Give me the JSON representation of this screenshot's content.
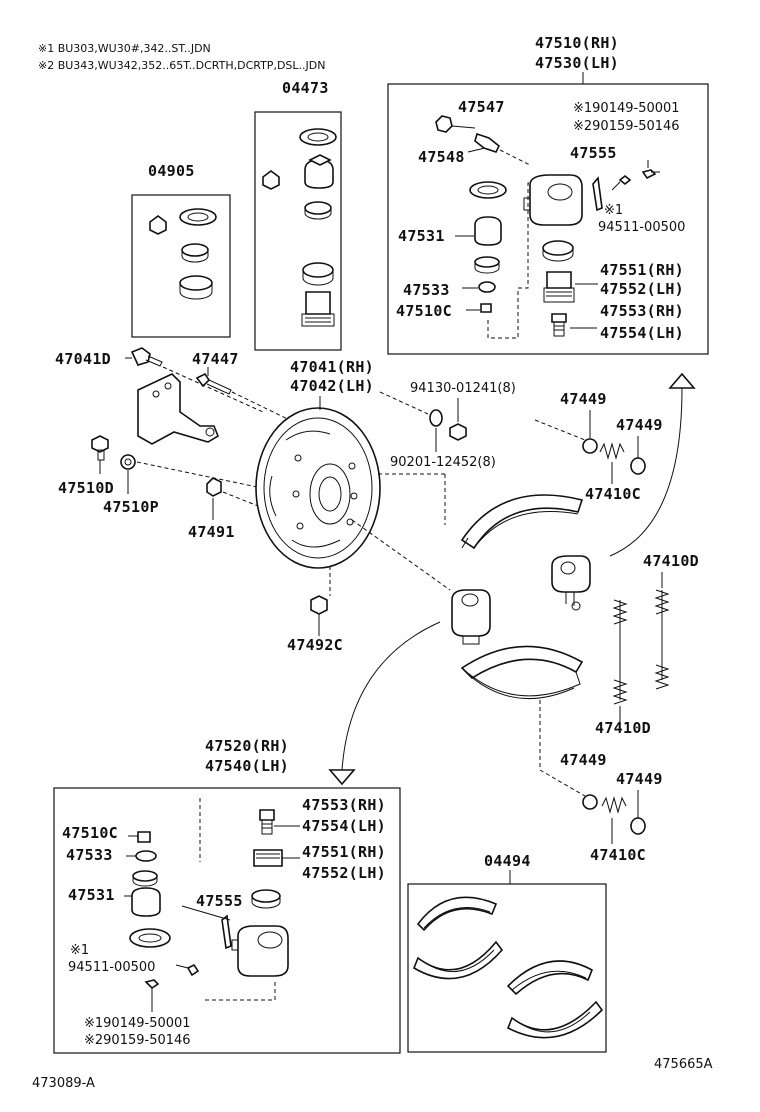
{
  "notes": [
    "※1 BU303,WU30#,342..ST..JDN",
    "※2 BU343,WU342,352..65T..DCRTH,DCRTP,DSL..JDN"
  ],
  "labels": {
    "k04473": "04473",
    "k04905": "04905",
    "k47510rh": "47510(RH)",
    "k47530lh": "47530(LH)",
    "k47547": "47547",
    "k47548": "47548",
    "k190149_top": "※190149-50001",
    "k290159_top": "※290159-50146",
    "k47555_top": "47555",
    "k1_top": "※1",
    "k94511_top": "94511-00500",
    "k47531_top": "47531",
    "k47551_top": "47551(RH)",
    "k47552_top": "47552(LH)",
    "k47533_top": "47533",
    "k47553_top": "47553(RH)",
    "k47510c_top": "47510C",
    "k47554_top": "47554(LH)",
    "k47041d": "47041D",
    "k47447": "47447",
    "k47041rh": "47041(RH)",
    "k47042lh": "47042(LH)",
    "k94130": "94130-01241(8)",
    "k47449_a": "47449",
    "k47449_b": "47449",
    "k90201": "90201-12452(8)",
    "k47410c_a": "47410C",
    "k47510d": "47510D",
    "k47510p": "47510P",
    "k47491": "47491",
    "k47410d_a": "47410D",
    "k47492c": "47492C",
    "k47410d_b": "47410D",
    "k47520rh": "47520(RH)",
    "k47540lh": "47540(LH)",
    "k47449_c": "47449",
    "k47449_d": "47449",
    "k47410c_b": "47410C",
    "k47510c_bot": "47510C",
    "k47553_bot": "47553(RH)",
    "k47554_bot": "47554(LH)",
    "k47533_bot": "47533",
    "k47551_bot": "47551(RH)",
    "k47552_bot": "47552(LH)",
    "k04494": "04494",
    "k47531_bot": "47531",
    "k47555_bot": "47555",
    "k1_bot": "※1",
    "k94511_bot": "94511-00500",
    "k190149_bot": "※190149-50001",
    "k290159_bot": "※290159-50146",
    "footer_left": "473089-A",
    "footer_right": "475665A"
  }
}
